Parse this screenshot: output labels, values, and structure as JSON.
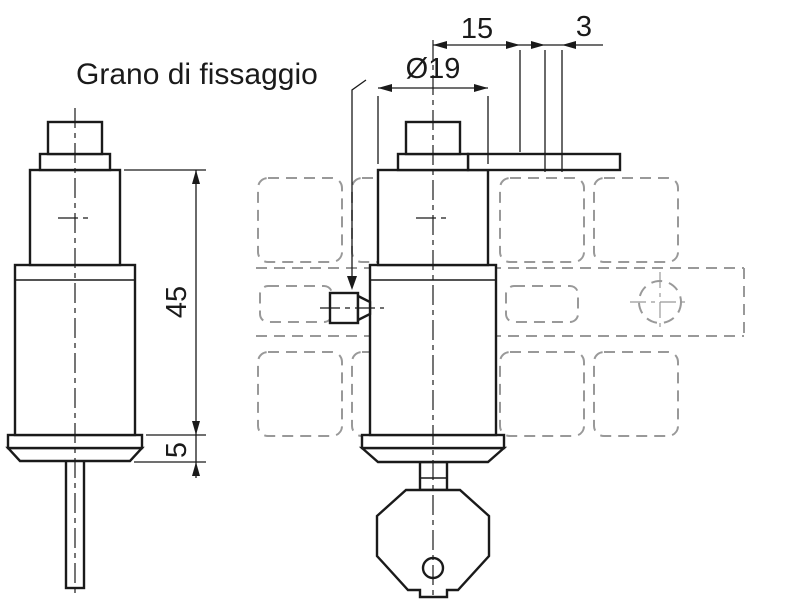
{
  "drawing": {
    "callout": "Grano di fissaggio",
    "dimensions": {
      "offset_top": "15",
      "wall_top": "3",
      "diameter": "Ø19",
      "body_height": "45",
      "flange_height": "5"
    },
    "colors": {
      "line": "#1a1a1a",
      "profile_dash": "#999999",
      "background": "#ffffff"
    }
  }
}
